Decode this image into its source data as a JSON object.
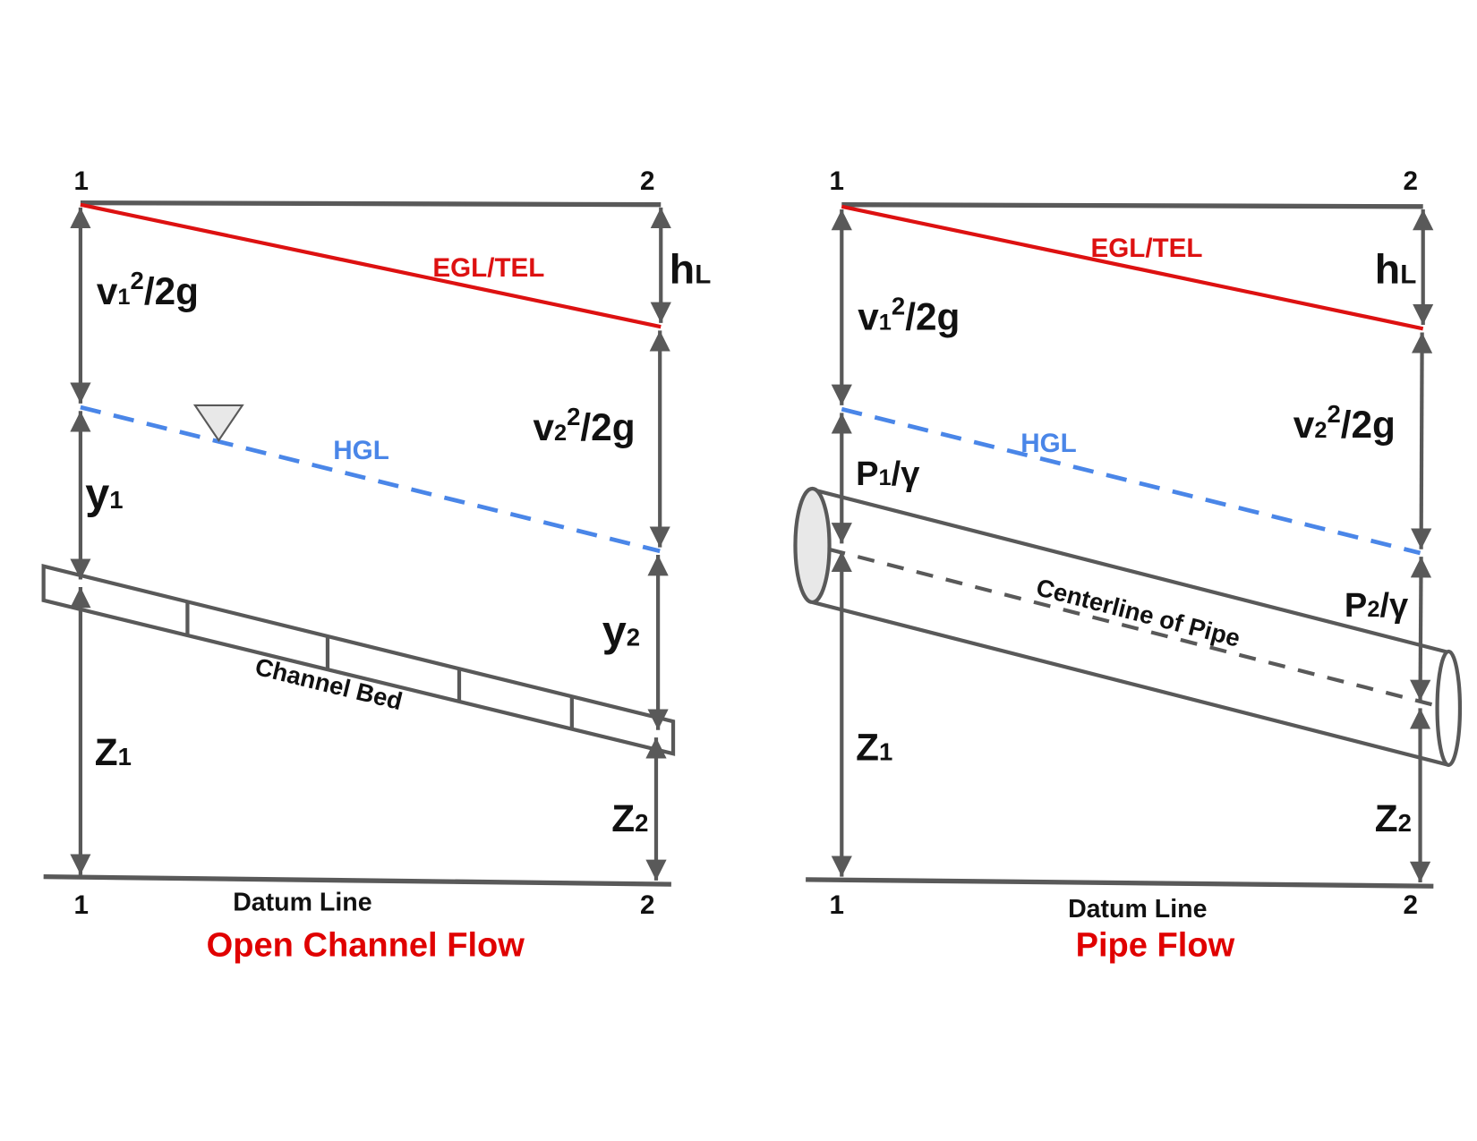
{
  "colors": {
    "line_gray": "#595959",
    "egl_red": "#dd1111",
    "hgl_blue": "#4a86e8",
    "title_red": "#e00000",
    "fill_light": "#e8e8e8"
  },
  "left": {
    "title": "Open Channel Flow",
    "section_top_1": "1",
    "section_top_2": "2",
    "section_bottom_1": "1",
    "section_bottom_2": "2",
    "egl_label": "EGL/TEL",
    "hgl_label": "HGL",
    "bed_label": "Channel Bed",
    "datum_label": "Datum Line",
    "v1": {
      "base": "v",
      "sub": "1",
      "sup": "2",
      "rest": "/2g"
    },
    "v2": {
      "base": "v",
      "sub": "2",
      "sup": "2",
      "rest": "/2g"
    },
    "hl": {
      "base": "h",
      "sub": "L"
    },
    "y1": {
      "base": "y",
      "sub": "1"
    },
    "y2": {
      "base": "y",
      "sub": "2"
    },
    "z1": {
      "base": "Z",
      "sub": "1"
    },
    "z2": {
      "base": "Z",
      "sub": "2"
    }
  },
  "right": {
    "title": "Pipe Flow",
    "section_top_1": "1",
    "section_top_2": "2",
    "section_bottom_1": "1",
    "section_bottom_2": "2",
    "egl_label": "EGL/TEL",
    "hgl_label": "HGL",
    "centerline_label": "Centerline of Pipe",
    "datum_label": "Datum Line",
    "v1": {
      "base": "v",
      "sub": "1",
      "sup": "2",
      "rest": "/2g"
    },
    "v2": {
      "base": "v",
      "sub": "2",
      "sup": "2",
      "rest": "/2g"
    },
    "hl": {
      "base": "h",
      "sub": "L"
    },
    "p1": {
      "base": "P",
      "sub": "1",
      "rest": "/γ"
    },
    "p2": {
      "base": "P",
      "sub": "2",
      "rest": "/γ"
    },
    "z1": {
      "base": "Z",
      "sub": "1"
    },
    "z2": {
      "base": "Z",
      "sub": "2"
    }
  }
}
